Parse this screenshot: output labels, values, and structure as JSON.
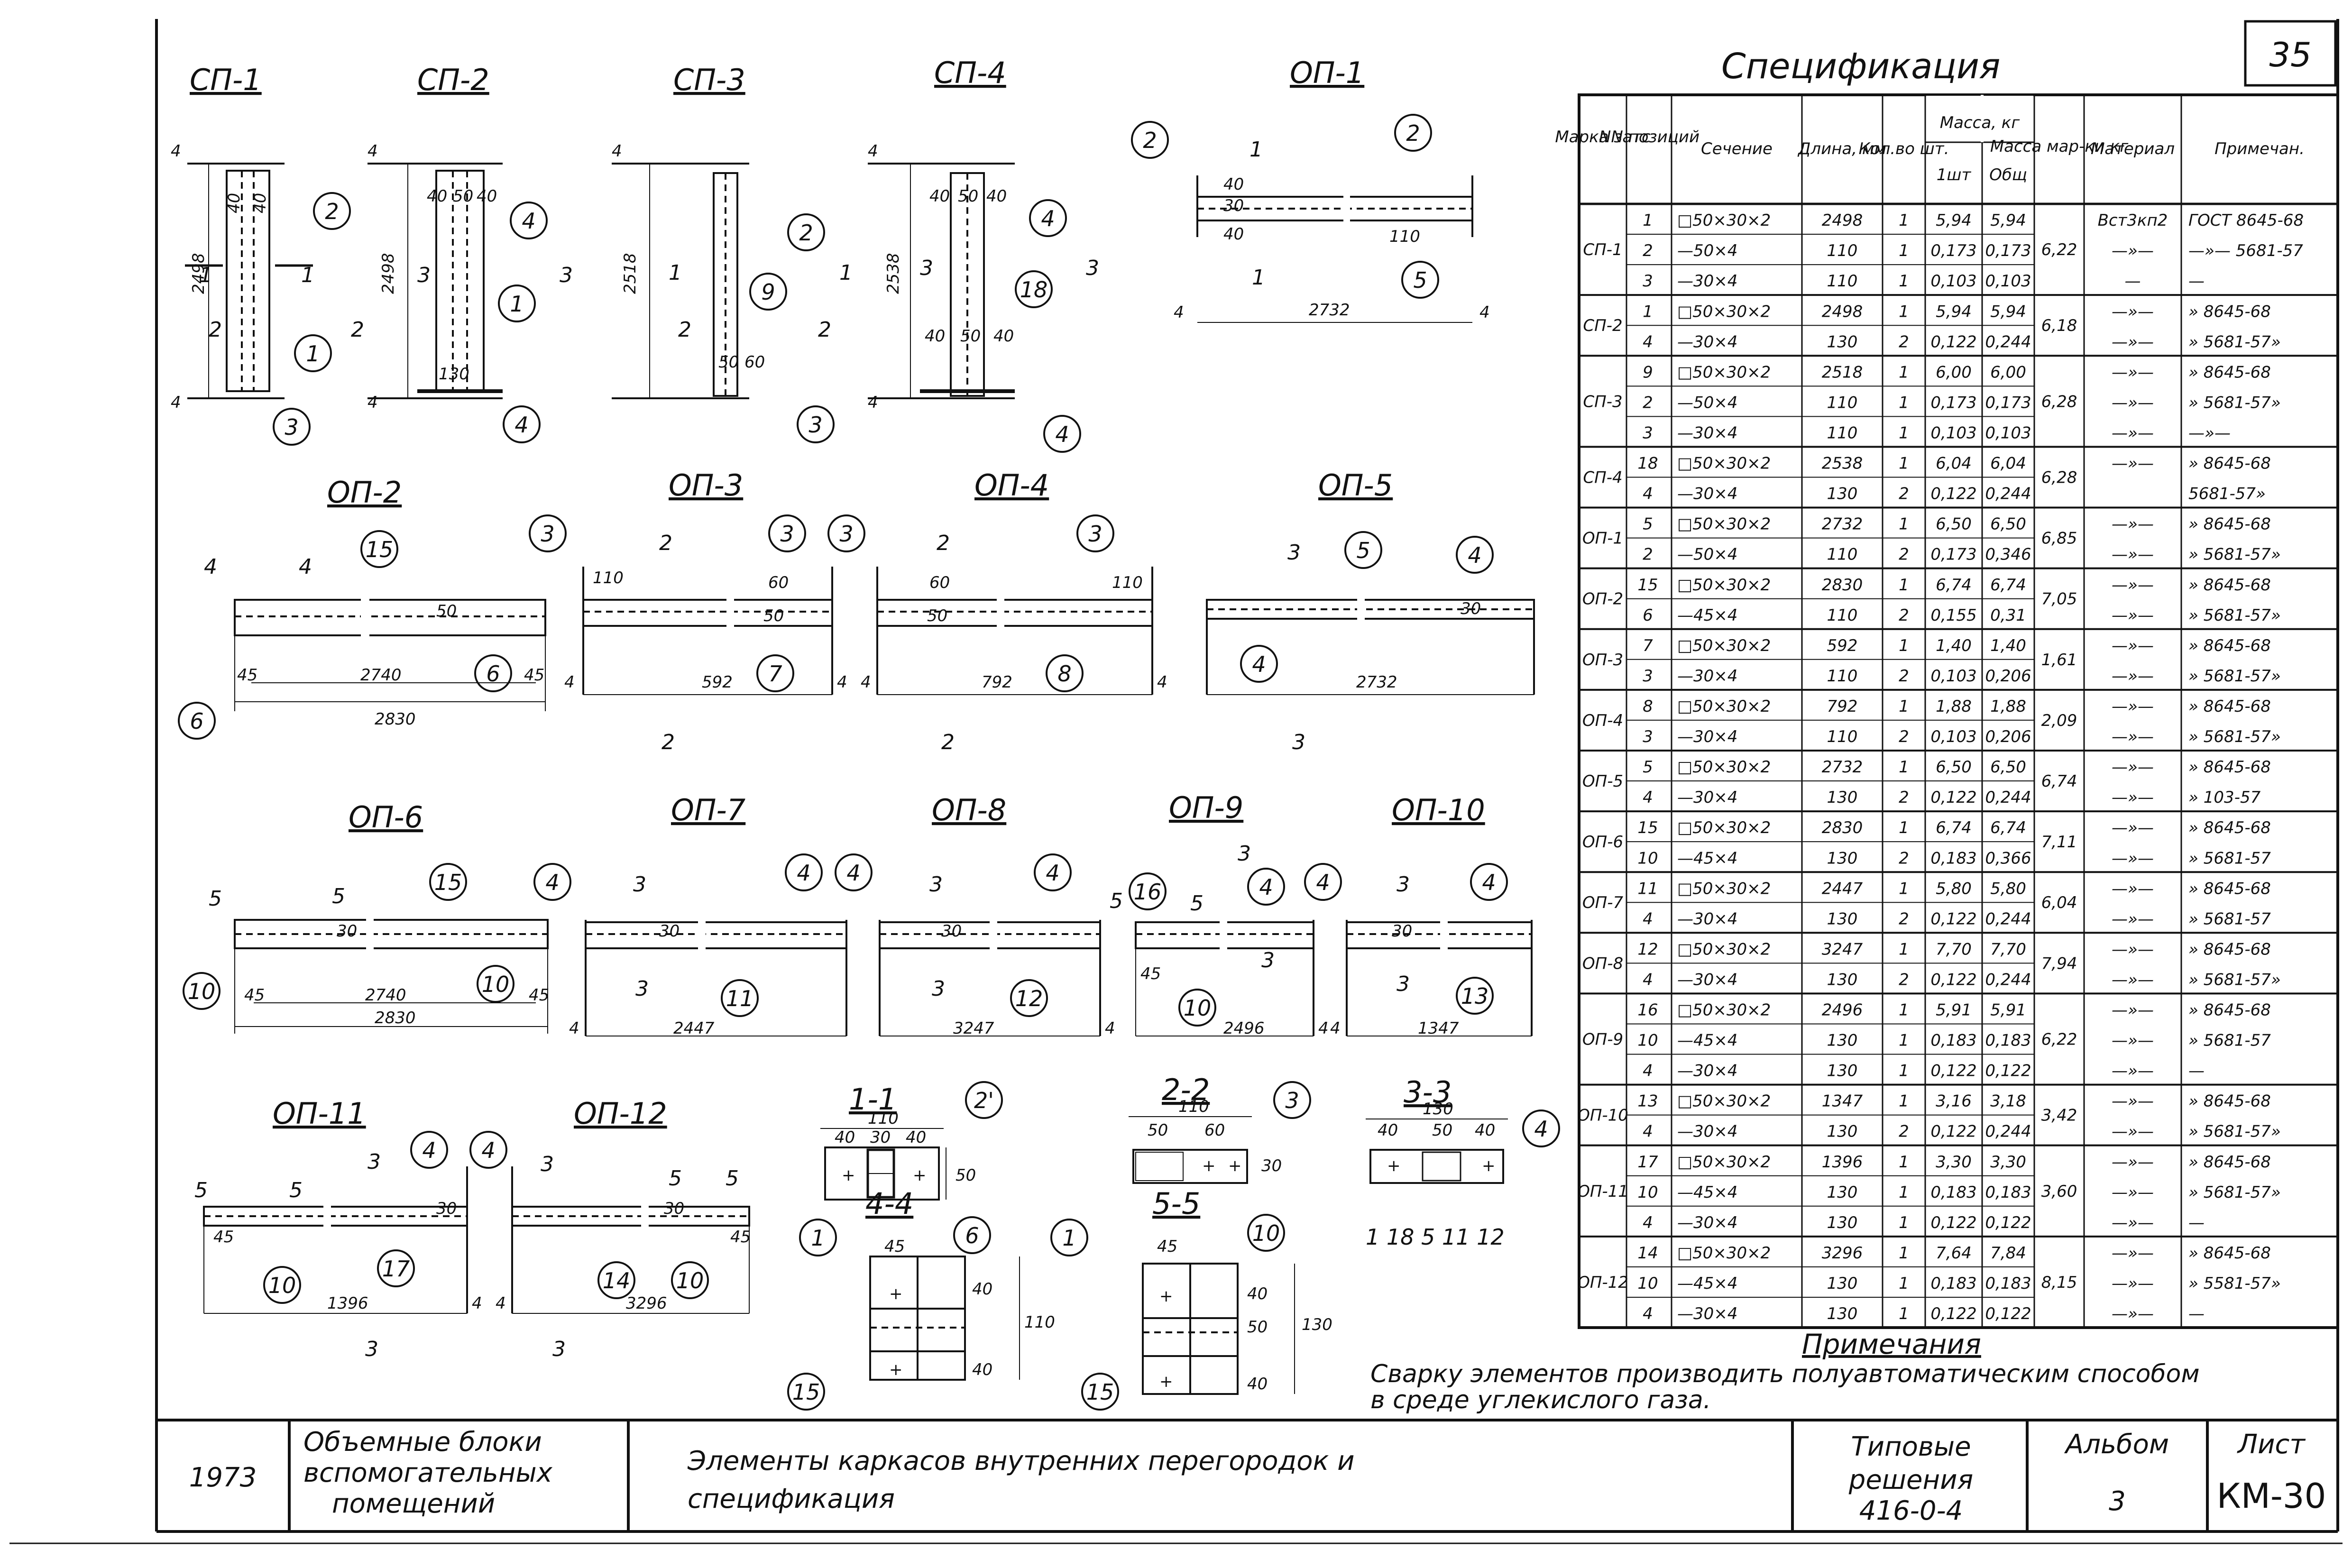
{
  "sheet_number": "35",
  "spec_title": "Спецификация",
  "spec_headers": {
    "marka": "Марка затс",
    "nn": "NN позиций",
    "section": "Сечение",
    "length": "Длина, мм",
    "qty": "Кол.во шт.",
    "mass": "Масса, кг",
    "mass_1": "1шт",
    "mass_total": "Общ",
    "mass_mark": "Масса мар-ки кг",
    "material": "Материал",
    "note": "Примечан."
  },
  "spec_groups": [
    {
      "mark": "СП-1",
      "mass": "6,22",
      "rows": [
        {
          "pos": "1",
          "section": "□50×30×2",
          "len": "2498",
          "qty": "1",
          "m1": "5,94",
          "mt": "5,94",
          "mat": "Вст3кп2",
          "note": "ГОСТ 8645-68"
        },
        {
          "pos": "2",
          "section": "—50×4",
          "len": "110",
          "qty": "1",
          "m1": "0,173",
          "mt": "0,173",
          "mat": "—»—",
          "note": "—»— 5681-57"
        },
        {
          "pos": "3",
          "section": "—30×4",
          "len": "110",
          "qty": "1",
          "m1": "0,103",
          "mt": "0,103",
          "mat": "—",
          "note": "—"
        }
      ]
    },
    {
      "mark": "СП-2",
      "mass": "6,18",
      "rows": [
        {
          "pos": "1",
          "section": "□50×30×2",
          "len": "2498",
          "qty": "1",
          "m1": "5,94",
          "mt": "5,94",
          "mat": "—»—",
          "note": "» 8645-68"
        },
        {
          "pos": "4",
          "section": "—30×4",
          "len": "130",
          "qty": "2",
          "m1": "0,122",
          "mt": "0,244",
          "mat": "—»—",
          "note": "» 5681-57»"
        }
      ]
    },
    {
      "mark": "СП-3",
      "mass": "6,28",
      "rows": [
        {
          "pos": "9",
          "section": "□50×30×2",
          "len": "2518",
          "qty": "1",
          "m1": "6,00",
          "mt": "6,00",
          "mat": "—»—",
          "note": "» 8645-68"
        },
        {
          "pos": "2",
          "section": "—50×4",
          "len": "110",
          "qty": "1",
          "m1": "0,173",
          "mt": "0,173",
          "mat": "—»—",
          "note": "» 5681-57»"
        },
        {
          "pos": "3",
          "section": "—30×4",
          "len": "110",
          "qty": "1",
          "m1": "0,103",
          "mt": "0,103",
          "mat": "—»—",
          "note": "—»—"
        }
      ]
    },
    {
      "mark": "СП-4",
      "mass": "6,28",
      "rows": [
        {
          "pos": "18",
          "section": "□50×30×2",
          "len": "2538",
          "qty": "1",
          "m1": "6,04",
          "mt": "6,04",
          "mat": "—»—",
          "note": "» 8645-68"
        },
        {
          "pos": "4",
          "section": "—30×4",
          "len": "130",
          "qty": "2",
          "m1": "0,122",
          "mt": "0,244",
          "mat": "",
          "note": "5681-57»"
        }
      ]
    },
    {
      "mark": "ОП-1",
      "mass": "6,85",
      "rows": [
        {
          "pos": "5",
          "section": "□50×30×2",
          "len": "2732",
          "qty": "1",
          "m1": "6,50",
          "mt": "6,50",
          "mat": "—»—",
          "note": "» 8645-68"
        },
        {
          "pos": "2",
          "section": "—50×4",
          "len": "110",
          "qty": "2",
          "m1": "0,173",
          "mt": "0,346",
          "mat": "—»—",
          "note": "» 5681-57»"
        }
      ]
    },
    {
      "mark": "ОП-2",
      "mass": "7,05",
      "rows": [
        {
          "pos": "15",
          "section": "□50×30×2",
          "len": "2830",
          "qty": "1",
          "m1": "6,74",
          "mt": "6,74",
          "mat": "—»—",
          "note": "» 8645-68"
        },
        {
          "pos": "6",
          "section": "—45×4",
          "len": "110",
          "qty": "2",
          "m1": "0,155",
          "mt": "0,31",
          "mat": "—»—",
          "note": "» 5681-57»"
        }
      ]
    },
    {
      "mark": "ОП-3",
      "mass": "1,61",
      "rows": [
        {
          "pos": "7",
          "section": "□50×30×2",
          "len": "592",
          "qty": "1",
          "m1": "1,40",
          "mt": "1,40",
          "mat": "—»—",
          "note": "» 8645-68"
        },
        {
          "pos": "3",
          "section": "—30×4",
          "len": "110",
          "qty": "2",
          "m1": "0,103",
          "mt": "0,206",
          "mat": "—»—",
          "note": "» 5681-57»"
        }
      ]
    },
    {
      "mark": "ОП-4",
      "mass": "2,09",
      "rows": [
        {
          "pos": "8",
          "section": "□50×30×2",
          "len": "792",
          "qty": "1",
          "m1": "1,88",
          "mt": "1,88",
          "mat": "—»—",
          "note": "» 8645-68"
        },
        {
          "pos": "3",
          "section": "—30×4",
          "len": "110",
          "qty": "2",
          "m1": "0,103",
          "mt": "0,206",
          "mat": "—»—",
          "note": "» 5681-57»"
        }
      ]
    },
    {
      "mark": "ОП-5",
      "mass": "6,74",
      "rows": [
        {
          "pos": "5",
          "section": "□50×30×2",
          "len": "2732",
          "qty": "1",
          "m1": "6,50",
          "mt": "6,50",
          "mat": "—»—",
          "note": "» 8645-68"
        },
        {
          "pos": "4",
          "section": "—30×4",
          "len": "130",
          "qty": "2",
          "m1": "0,122",
          "mt": "0,244",
          "mat": "—»—",
          "note": "» 103-57"
        }
      ]
    },
    {
      "mark": "ОП-6",
      "mass": "7,11",
      "rows": [
        {
          "pos": "15",
          "section": "□50×30×2",
          "len": "2830",
          "qty": "1",
          "m1": "6,74",
          "mt": "6,74",
          "mat": "—»—",
          "note": "» 8645-68"
        },
        {
          "pos": "10",
          "section": "—45×4",
          "len": "130",
          "qty": "2",
          "m1": "0,183",
          "mt": "0,366",
          "mat": "—»—",
          "note": "» 5681-57"
        }
      ]
    },
    {
      "mark": "ОП-7",
      "mass": "6,04",
      "rows": [
        {
          "pos": "11",
          "section": "□50×30×2",
          "len": "2447",
          "qty": "1",
          "m1": "5,80",
          "mt": "5,80",
          "mat": "—»—",
          "note": "» 8645-68"
        },
        {
          "pos": "4",
          "section": "—30×4",
          "len": "130",
          "qty": "2",
          "m1": "0,122",
          "mt": "0,244",
          "mat": "—»—",
          "note": "» 5681-57"
        }
      ]
    },
    {
      "mark": "ОП-8",
      "mass": "7,94",
      "rows": [
        {
          "pos": "12",
          "section": "□50×30×2",
          "len": "3247",
          "qty": "1",
          "m1": "7,70",
          "mt": "7,70",
          "mat": "—»—",
          "note": "» 8645-68"
        },
        {
          "pos": "4",
          "section": "—30×4",
          "len": "130",
          "qty": "2",
          "m1": "0,122",
          "mt": "0,244",
          "mat": "—»—",
          "note": "» 5681-57»"
        }
      ]
    },
    {
      "mark": "ОП-9",
      "mass": "6,22",
      "rows": [
        {
          "pos": "16",
          "section": "□50×30×2",
          "len": "2496",
          "qty": "1",
          "m1": "5,91",
          "mt": "5,91",
          "mat": "—»—",
          "note": "» 8645-68"
        },
        {
          "pos": "10",
          "section": "—45×4",
          "len": "130",
          "qty": "1",
          "m1": "0,183",
          "mt": "0,183",
          "mat": "—»—",
          "note": "» 5681-57"
        },
        {
          "pos": "4",
          "section": "—30×4",
          "len": "130",
          "qty": "1",
          "m1": "0,122",
          "mt": "0,122",
          "mat": "—»—",
          "note": "—"
        }
      ]
    },
    {
      "mark": "ОП-10",
      "mass": "3,42",
      "rows": [
        {
          "pos": "13",
          "section": "□50×30×2",
          "len": "1347",
          "qty": "1",
          "m1": "3,16",
          "mt": "3,18",
          "mat": "—»—",
          "note": "» 8645-68"
        },
        {
          "pos": "4",
          "section": "—30×4",
          "len": "130",
          "qty": "2",
          "m1": "0,122",
          "mt": "0,244",
          "mat": "—»—",
          "note": "» 5681-57»"
        }
      ]
    },
    {
      "mark": "ОП-11",
      "mass": "3,60",
      "rows": [
        {
          "pos": "17",
          "section": "□50×30×2",
          "len": "1396",
          "qty": "1",
          "m1": "3,30",
          "mt": "3,30",
          "mat": "—»—",
          "note": "» 8645-68"
        },
        {
          "pos": "10",
          "section": "—45×4",
          "len": "130",
          "qty": "1",
          "m1": "0,183",
          "mt": "0,183",
          "mat": "—»—",
          "note": "» 5681-57»"
        },
        {
          "pos": "4",
          "section": "—30×4",
          "len": "130",
          "qty": "1",
          "m1": "0,122",
          "mt": "0,122",
          "mat": "—»—",
          "note": "—"
        }
      ]
    },
    {
      "mark": "ОП-12",
      "mass": "8,15",
      "rows": [
        {
          "pos": "14",
          "section": "□50×30×2",
          "len": "3296",
          "qty": "1",
          "m1": "7,64",
          "mt": "7,84",
          "mat": "—»—",
          "note": "» 8645-68"
        },
        {
          "pos": "10",
          "section": "—45×4",
          "len": "130",
          "qty": "1",
          "m1": "0,183",
          "mt": "0,183",
          "mat": "—»—",
          "note": "» 5581-57»"
        },
        {
          "pos": "4",
          "section": "—30×4",
          "len": "130",
          "qty": "1",
          "m1": "0,122",
          "mt": "0,122",
          "mat": "—»—",
          "note": "—"
        }
      ]
    }
  ],
  "notes": {
    "title": "Примечания",
    "line1": "Сварку элементов производить полуавтоматическим способом",
    "line2": "в среде углекислого газа."
  },
  "title_block": {
    "year": "1973",
    "object_1": "Объемные блоки",
    "object_2": "вспомогательных",
    "object_3": "помещений",
    "title_1": "Элементы каркасов внутренних перегородок и",
    "title_2": "спецификация",
    "series_1": "Типовые",
    "series_2": "решения",
    "series_3": "416-0-4",
    "album_label": "Альбом",
    "album_value": "3",
    "sheet_label": "Лист",
    "sheet_value": "КМ-30"
  },
  "drawings": {
    "sp1": {
      "title": "СП-1",
      "length": "2498",
      "d40a": "40",
      "d40b": "40",
      "c1": "1",
      "c2": "2",
      "c3": "3",
      "t1": "1",
      "t2": "2",
      "e1": "4",
      "e2": "4"
    },
    "sp2": {
      "title": "СП-2",
      "length": "2498",
      "d40": "40",
      "d50": "50",
      "d40b": "40",
      "d130": "130",
      "c1": "1",
      "c4a": "4",
      "c4b": "4",
      "t3": "3",
      "e1": "4",
      "e2": "4"
    },
    "sp3": {
      "title": "СП-3",
      "length": "2518",
      "d50": "50",
      "d60": "60",
      "c2": "2",
      "c9": "9",
      "c3": "3",
      "t1": "1",
      "t2": "2",
      "e1": "4"
    },
    "sp4": {
      "title": "СП-4",
      "length": "2538",
      "d40": "40",
      "d50": "50",
      "d40b": "40",
      "d40c": "40",
      "d50b": "50",
      "d40d": "40",
      "c4a": "4",
      "c18": "18",
      "c4b": "4",
      "t3": "3",
      "e1": "4",
      "e2": "4"
    },
    "op1": {
      "title": "ОП-1",
      "length": "2732",
      "d40a": "40",
      "d30": "30",
      "d40b": "40",
      "d110": "110",
      "c2a": "2",
      "c2b": "2",
      "c5": "5",
      "t1": "1",
      "e1": "4",
      "e2": "4"
    },
    "op2": {
      "title": "ОП-2",
      "l1": "2740",
      "l2": "2830",
      "d45a": "45",
      "d45b": "45",
      "d50": "50",
      "c15": "15",
      "c6a": "6",
      "c6b": "6",
      "t4": "4"
    },
    "op3": {
      "title": "ОП-3",
      "length": "592",
      "d110": "110",
      "d60": "60",
      "d50": "50",
      "c3a": "3",
      "c3b": "3",
      "c7": "7",
      "t2": "2",
      "e1": "4",
      "e2": "4"
    },
    "op4": {
      "title": "ОП-4",
      "length": "792",
      "d60": "60",
      "d50": "50",
      "d110": "110",
      "c3a": "3",
      "c3b": "3",
      "c8": "8",
      "t2": "2",
      "e1": "4",
      "e2": "4"
    },
    "op5": {
      "title": "ОП-5",
      "length": "2732",
      "d30": "30",
      "c5": "5",
      "c4a": "4",
      "c4b": "4",
      "t3": "3"
    },
    "op6": {
      "title": "ОП-6",
      "l1": "2740",
      "l2": "2830",
      "d30": "30",
      "d45a": "45",
      "d45b": "45",
      "c15": "15",
      "c10a": "10",
      "c10b": "10",
      "t5": "5"
    },
    "op7": {
      "title": "ОП-7",
      "length": "2447",
      "d30": "30",
      "c4a": "4",
      "c11": "11",
      "t3": "3",
      "e1": "4"
    },
    "op8": {
      "title": "ОП-8",
      "length": "3247",
      "d30": "30",
      "c4a": "4",
      "c4b": "4",
      "c12": "12",
      "t3": "3",
      "e1": "4"
    },
    "op9": {
      "title": "ОП-9",
      "length": "2496",
      "d45": "45",
      "c16": "16",
      "c4": "4",
      "c10": "10",
      "t3": "3",
      "t5": "5",
      "e1": "4"
    },
    "op10": {
      "title": "ОП-10",
      "length": "1347",
      "d30": "30",
      "c4a": "4",
      "c4b": "4",
      "c13": "13",
      "t3": "3",
      "e1": "4"
    },
    "op11": {
      "title": "ОП-11",
      "length": "1396",
      "d30": "30",
      "d45": "45",
      "c4": "4",
      "c10": "10",
      "c17": "17",
      "t3": "3",
      "t5": "5",
      "e1": "4"
    },
    "op12": {
      "title": "ОП-12",
      "length": "3296",
      "d30": "30",
      "d45": "45",
      "c4": "4",
      "c14": "14",
      "c10": "10",
      "t3": "3",
      "t5": "5",
      "e1": "4"
    },
    "s11": {
      "title": "1-1",
      "w": "110",
      "a": "40",
      "b": "30",
      "c": "40",
      "h": "50",
      "c2": "2'",
      "c1": "1"
    },
    "s22": {
      "title": "2-2",
      "w": "110",
      "a": "50",
      "b": "60",
      "h": "30",
      "c3": "3",
      "c1": "1"
    },
    "s33": {
      "title": "3-3",
      "w": "130",
      "a": "40",
      "b": "50",
      "c": "40",
      "c4": "4",
      "labels": "1 18 5 11 12"
    },
    "s44": {
      "title": "4-4",
      "w": "45",
      "a": "40",
      "b": "40",
      "h": "110",
      "c6": "6",
      "c15": "15"
    },
    "s55": {
      "title": "5-5",
      "w": "45",
      "a": "40",
      "b": "50",
      "c": "40",
      "h": "130",
      "c10": "10",
      "c15": "15"
    }
  }
}
